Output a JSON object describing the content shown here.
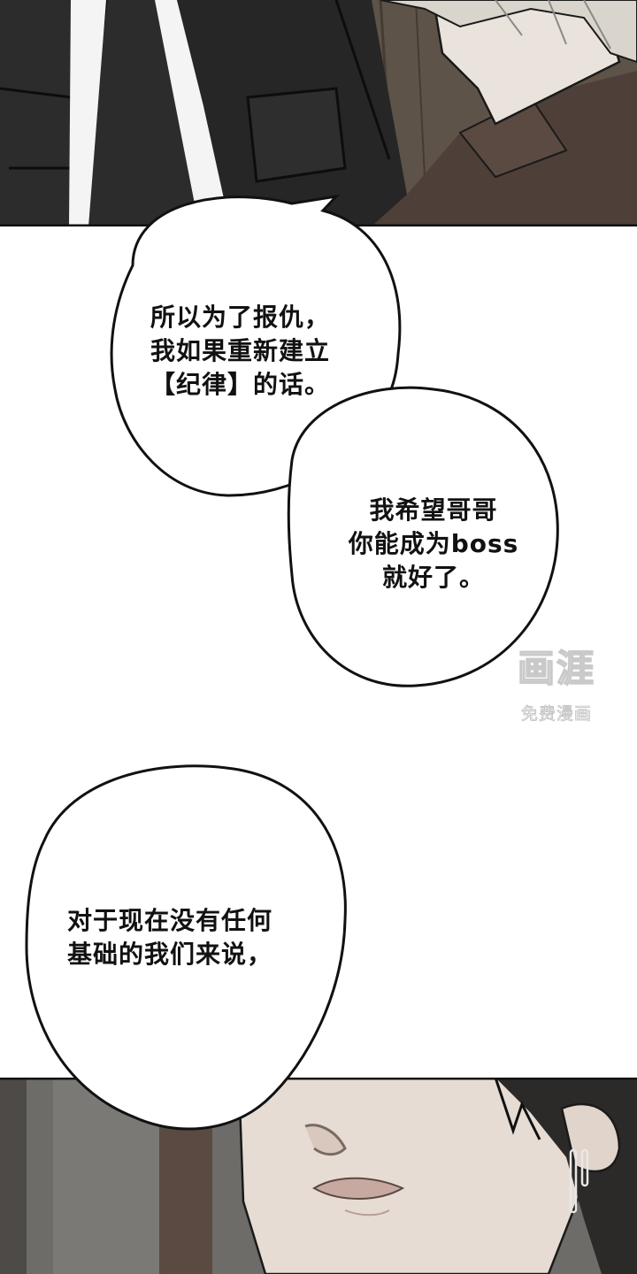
{
  "speech_bubbles": [
    {
      "text": "所以为了报仇，\n我如果重新建立\n【纪律】的话。"
    },
    {
      "text": "我希望哥哥\n你能成为boss\n就好了。"
    },
    {
      "text": "对于现在没有任何\n基础的我们来说，"
    }
  ],
  "watermark": {
    "logo_text": "画涯",
    "subtitle": "免费漫画"
  },
  "colors": {
    "ink": "#111111",
    "page_background": "#ffffff",
    "coat_dark": "#2e2e2e",
    "coat_brown": "#4a3a33",
    "skin": "#e8ddd5",
    "hair_light": "#d8d4cc",
    "background_wall": "#6b6b66"
  }
}
